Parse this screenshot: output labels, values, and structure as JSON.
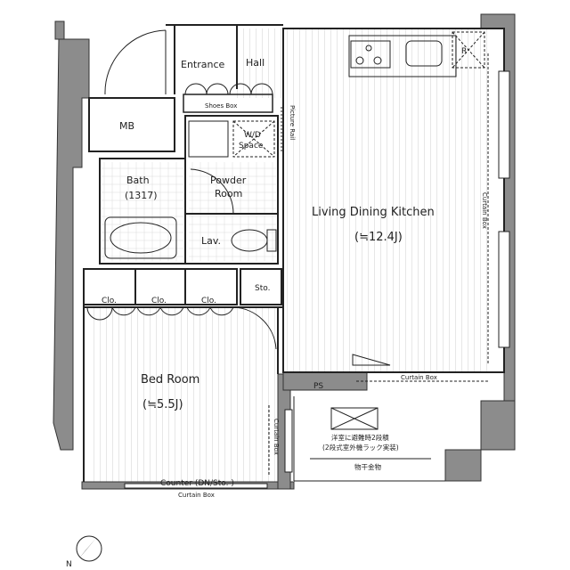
{
  "rooms": {
    "entrance": "Entrance",
    "hall": "Hall",
    "shoes_box": "Shoes Box",
    "mb": "MB",
    "wd_space_line1": "W/D",
    "wd_space_line2": "Space",
    "picture_rail": "Picture Rail",
    "bath": "Bath",
    "bath_size": "(1317)",
    "powder_room_line1": "Powder",
    "powder_room_line2": "Room",
    "lav": "Lav.",
    "sto": "Sto.",
    "clo": [
      "Clo.",
      "Clo.",
      "Clo."
    ],
    "ldk": "Living Dining Kitchen",
    "ldk_size": "(≒12.4J)",
    "ps": "PS",
    "bed_room": "Bed Room",
    "bed_size": "(≒5.5J)",
    "counter": "Counter (DN/Sto. )",
    "curtain_box": "Curtain Box",
    "refrigerator": "R",
    "balcony_note_line1": "洋室に避難時2段積",
    "balcony_note_line2": "(2段式室外機ラック実装)",
    "balcony_rail": "物干金物"
  },
  "north": {
    "label": "N"
  },
  "colors": {
    "wall": "#8c8c8c",
    "line": "#222222",
    "floor_hatch": "#cfcfcf"
  }
}
